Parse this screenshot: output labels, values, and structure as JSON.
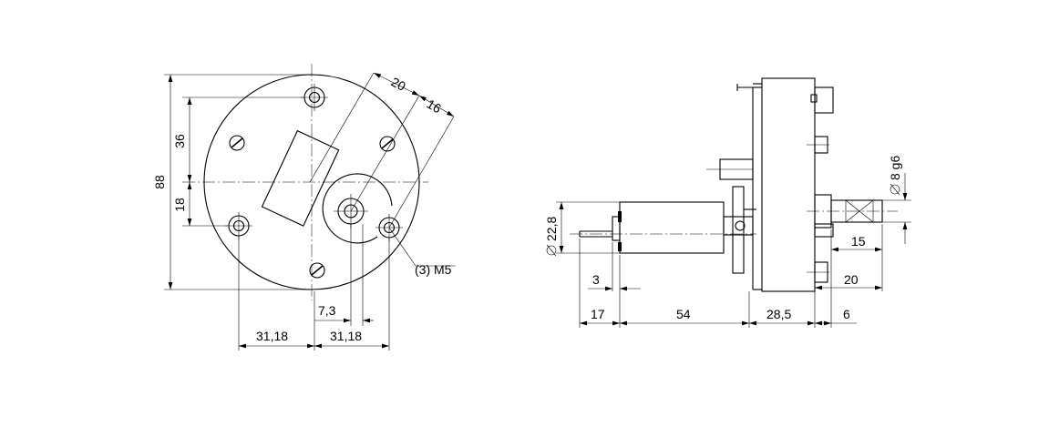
{
  "colors": {
    "line": "#000000",
    "background": "#ffffff"
  },
  "front_view": {
    "dims": {
      "height_total": "88",
      "v_top": "36",
      "v_bottom": "18",
      "diag_a": "20",
      "diag_b": "16",
      "offset": "7,3",
      "half_left": "31,18",
      "half_right": "31,18",
      "thread": "(3) M5"
    }
  },
  "side_view": {
    "dims": {
      "motor_dia": "22,8",
      "shaft_dia": "8 g6",
      "shaft_len": "15",
      "flange_len": "20",
      "small": "3",
      "d17": "17",
      "d54": "54",
      "d285": "28,5",
      "d6": "6"
    }
  }
}
